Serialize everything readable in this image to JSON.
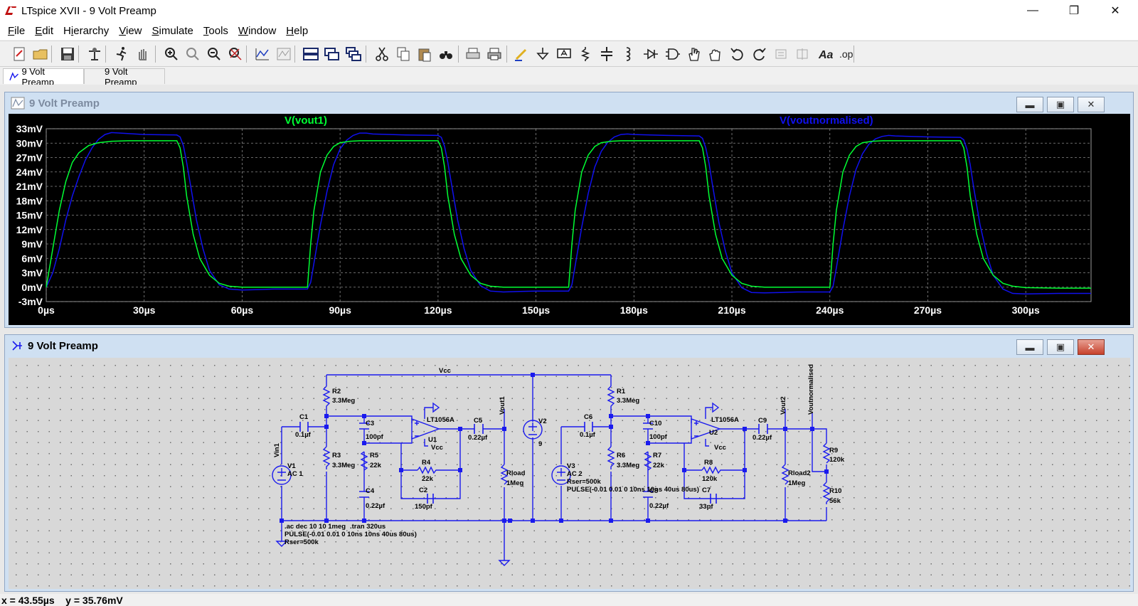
{
  "window": {
    "title": "LTspice XVII - 9 Volt Preamp",
    "minimize_glyph": "—",
    "maximize_glyph": "❐",
    "close_glyph": "✕"
  },
  "menu": [
    "File",
    "Edit",
    "Hierarchy",
    "View",
    "Simulate",
    "Tools",
    "Window",
    "Help"
  ],
  "menu_accel": [
    "F",
    "E",
    "i",
    "V",
    "S",
    "T",
    "W",
    "H"
  ],
  "toolbar_icons": [
    "new-schematic-icon",
    "open-icon",
    "save-icon",
    "control-panel-icon",
    "run-icon",
    "halt-icon",
    "zoom-in-icon",
    "zoom-pan-icon",
    "zoom-out-icon",
    "zoom-fit-icon",
    "autorange-icon",
    "waveform-icon",
    "tile-horizontal-icon",
    "tile-vertical-icon",
    "cascade-icon",
    "cut-icon",
    "copy-icon",
    "paste-icon",
    "find-icon",
    "print-setup-icon",
    "print-icon",
    "draw-wire-icon",
    "ground-icon",
    "label-net-icon",
    "resistor-icon",
    "capacitor-icon",
    "inductor-icon",
    "diode-icon",
    "component-icon",
    "move-icon",
    "drag-icon",
    "undo-icon",
    "redo-icon",
    "rotate-icon",
    "mirror-icon",
    "text-icon",
    "spice-directive-icon"
  ],
  "tabs": [
    {
      "label": "9 Volt Preamp",
      "active": true
    },
    {
      "label": "9 Volt Preamp",
      "active": false
    }
  ],
  "plot_window": {
    "title": "9 Volt Preamp",
    "min_glyph": "▬",
    "max_glyph": "▣",
    "close_glyph": "✕"
  },
  "schematic_window": {
    "title": "9 Volt Preamp",
    "min_glyph": "▬",
    "max_glyph": "▣",
    "close_glyph": "✕"
  },
  "chart_data": {
    "type": "line",
    "xlabel": "",
    "ylabel": "",
    "xlim": [
      0,
      320
    ],
    "ylim": [
      -3,
      33
    ],
    "x_ticks": [
      "0µs",
      "30µs",
      "60µs",
      "90µs",
      "120µs",
      "150µs",
      "180µs",
      "210µs",
      "240µs",
      "270µs",
      "300µs"
    ],
    "x_tick_values": [
      0,
      30,
      60,
      90,
      120,
      150,
      180,
      210,
      240,
      270,
      300
    ],
    "y_ticks": [
      "33mV",
      "30mV",
      "27mV",
      "24mV",
      "21mV",
      "18mV",
      "15mV",
      "12mV",
      "9mV",
      "6mV",
      "3mV",
      "0mV",
      "-3mV"
    ],
    "y_tick_values": [
      33,
      30,
      27,
      24,
      21,
      18,
      15,
      12,
      9,
      6,
      3,
      0,
      -3
    ],
    "grid": true,
    "background": "#000000",
    "series": [
      {
        "name": "V(vout1)",
        "color": "#00ff33",
        "x": [
          0,
          2,
          4,
          6,
          8,
          10,
          13,
          16,
          20,
          25,
          30,
          40,
          41,
          42,
          43,
          45,
          47,
          50,
          53,
          56,
          60,
          70,
          80,
          81,
          82,
          84,
          86,
          88,
          90,
          93,
          96,
          100,
          110,
          120,
          121,
          122,
          123,
          125,
          127,
          130,
          133,
          136,
          140,
          150,
          160,
          161,
          162,
          164,
          166,
          168,
          170,
          173,
          176,
          180,
          190,
          200,
          201,
          202,
          203,
          205,
          207,
          210,
          213,
          216,
          220,
          230,
          240,
          241,
          242,
          244,
          246,
          248,
          250,
          253,
          256,
          260,
          270,
          280,
          281,
          282,
          283,
          285,
          287,
          290,
          293,
          296,
          300,
          310,
          320
        ],
        "y": [
          0,
          8,
          16,
          22,
          26,
          28,
          29.5,
          30.1,
          30.4,
          30.5,
          30.5,
          30.5,
          29,
          25,
          19,
          11,
          6,
          2.5,
          0.8,
          0.2,
          0,
          0,
          0,
          9,
          16,
          24,
          27.5,
          29.3,
          30.1,
          30.4,
          30.5,
          30.5,
          30.5,
          30.5,
          29,
          25,
          19,
          11,
          6,
          2.5,
          0.8,
          0.2,
          0,
          0,
          0,
          9,
          16,
          24,
          27.5,
          29.3,
          30.1,
          30.4,
          30.5,
          30.5,
          30.5,
          30.5,
          29,
          25,
          19,
          11,
          6,
          2.5,
          0.8,
          0.2,
          0,
          0,
          0,
          9,
          16,
          24,
          27.5,
          29.3,
          30.1,
          30.4,
          30.5,
          30.5,
          30.5,
          30.5,
          29,
          25,
          19,
          11,
          6,
          2.5,
          0.8,
          0.2,
          -0.1,
          -0.2,
          -0.2
        ]
      },
      {
        "name": "V(voutnormalised)",
        "color": "#1010ee",
        "x": [
          0,
          2,
          4,
          6,
          8,
          10,
          12,
          14,
          16,
          18,
          20,
          25,
          30,
          40,
          41,
          42,
          43,
          44,
          46,
          48,
          50,
          53,
          56,
          60,
          65,
          70,
          80,
          81,
          82,
          84,
          86,
          88,
          90,
          92,
          94,
          96,
          98,
          100,
          110,
          120,
          121,
          122,
          123,
          124,
          126,
          128,
          130,
          133,
          136,
          140,
          145,
          150,
          160,
          161,
          162,
          164,
          166,
          168,
          170,
          172,
          174,
          176,
          178,
          180,
          190,
          200,
          201,
          202,
          203,
          204,
          206,
          208,
          210,
          213,
          216,
          220,
          225,
          230,
          240,
          241,
          242,
          244,
          246,
          248,
          250,
          252,
          254,
          256,
          258,
          260,
          270,
          280,
          281,
          282,
          283,
          284,
          286,
          288,
          290,
          293,
          296,
          300,
          310,
          320
        ],
        "y": [
          0,
          3,
          8,
          14,
          19,
          23,
          26.5,
          29,
          30.8,
          31.8,
          32.2,
          32.0,
          31.8,
          31.7,
          31.3,
          29.5,
          26,
          22,
          14,
          8,
          3.5,
          0.5,
          -0.4,
          -0.6,
          -0.5,
          -0.4,
          -0.4,
          1,
          5,
          13,
          20,
          25.5,
          28.8,
          30.6,
          31.6,
          32.1,
          32.1,
          31.9,
          31.7,
          31.6,
          31.2,
          29.3,
          26,
          22,
          14,
          8,
          3.5,
          0.3,
          -0.8,
          -1.0,
          -0.9,
          -0.8,
          -0.8,
          0.5,
          4.5,
          12.5,
          19.5,
          25,
          28.3,
          30.2,
          31.3,
          31.8,
          31.9,
          31.8,
          31.6,
          31.5,
          31.0,
          29,
          25.8,
          21.5,
          13.5,
          7.5,
          3,
          -0.1,
          -1.1,
          -1.2,
          -1.1,
          -1.0,
          -1.0,
          0.2,
          4,
          12,
          19,
          24.5,
          27.8,
          29.8,
          30.9,
          31.4,
          31.6,
          31.5,
          31.3,
          31.2,
          30.7,
          28.7,
          25.5,
          21,
          13,
          7,
          2.5,
          -0.4,
          -1.3,
          -1.4,
          -1.3,
          -1.3
        ]
      }
    ]
  },
  "schematic": {
    "wire_color": "#1a1aee",
    "component_color": "#1a1aee",
    "labels": {
      "vcc": "Vcc",
      "r2": "R2",
      "r2v": "3.3Meg",
      "c1": "C1",
      "c1v": "0.1µf",
      "c3": "C3",
      "c3v": "100pf",
      "u1": "U1",
      "lt1": "LT1056A",
      "vcc1": "Vcc",
      "r5": "R5",
      "r5v": "22k",
      "r3": "R3",
      "r3v": "3.3Meg",
      "r4": "R4",
      "r4v": "22k",
      "c4": "C4",
      "c4v": "0.22µf",
      "c2": "C2",
      "c2v": "150pf",
      "c5": "C5",
      "c5v": "0.22µf",
      "vout1": "Vout1",
      "rload": "Rload",
      "rloadv": "1Meg",
      "vin1": "Vin1",
      "v1": "V1",
      "v1v": "AC 1",
      "v2": "V2",
      "v2v": "9",
      "r1": "R1",
      "r1v": "3.3Meg",
      "c6": "C6",
      "c6v": "0.1µf",
      "r6": "R6",
      "r6v": "3.3Meg",
      "c10": "C10",
      "c10v": "100pf",
      "r7": "R7",
      "r7v": "22k",
      "c8": "C8",
      "c8v": "0.22µf",
      "u2": "U2",
      "lt2": "LT1056A",
      "vcc2": "Vcc",
      "r8": "R8",
      "r8v": "120k",
      "c7": "C7",
      "c7v": "33pf",
      "c9": "C9",
      "c9v": "0.22µf",
      "vout2": "Vout2",
      "voutn": "Voutnormalised",
      "rload2": "Rload2",
      "rload2v": "1Meg",
      "r9": "R9",
      "r9v": "120k",
      "r10": "R10",
      "r10v": "56k",
      "v3": "V3",
      "v3v": "AC 2",
      "v3r": "Rser=500k",
      "v3p": "PULSE(-0.01 0.01 0 10ns 10ns 40us 80us)",
      "dir1": ".ac dec 10 10 1meg",
      "dir2": ".tran 320us",
      "dir3": "PULSE(-0.01 0.01 0 10ns 10ns 40us 80us)",
      "dir4": "Rser=500k"
    }
  },
  "status": {
    "text": "x = 43.55µs    y = 35.76mV"
  }
}
